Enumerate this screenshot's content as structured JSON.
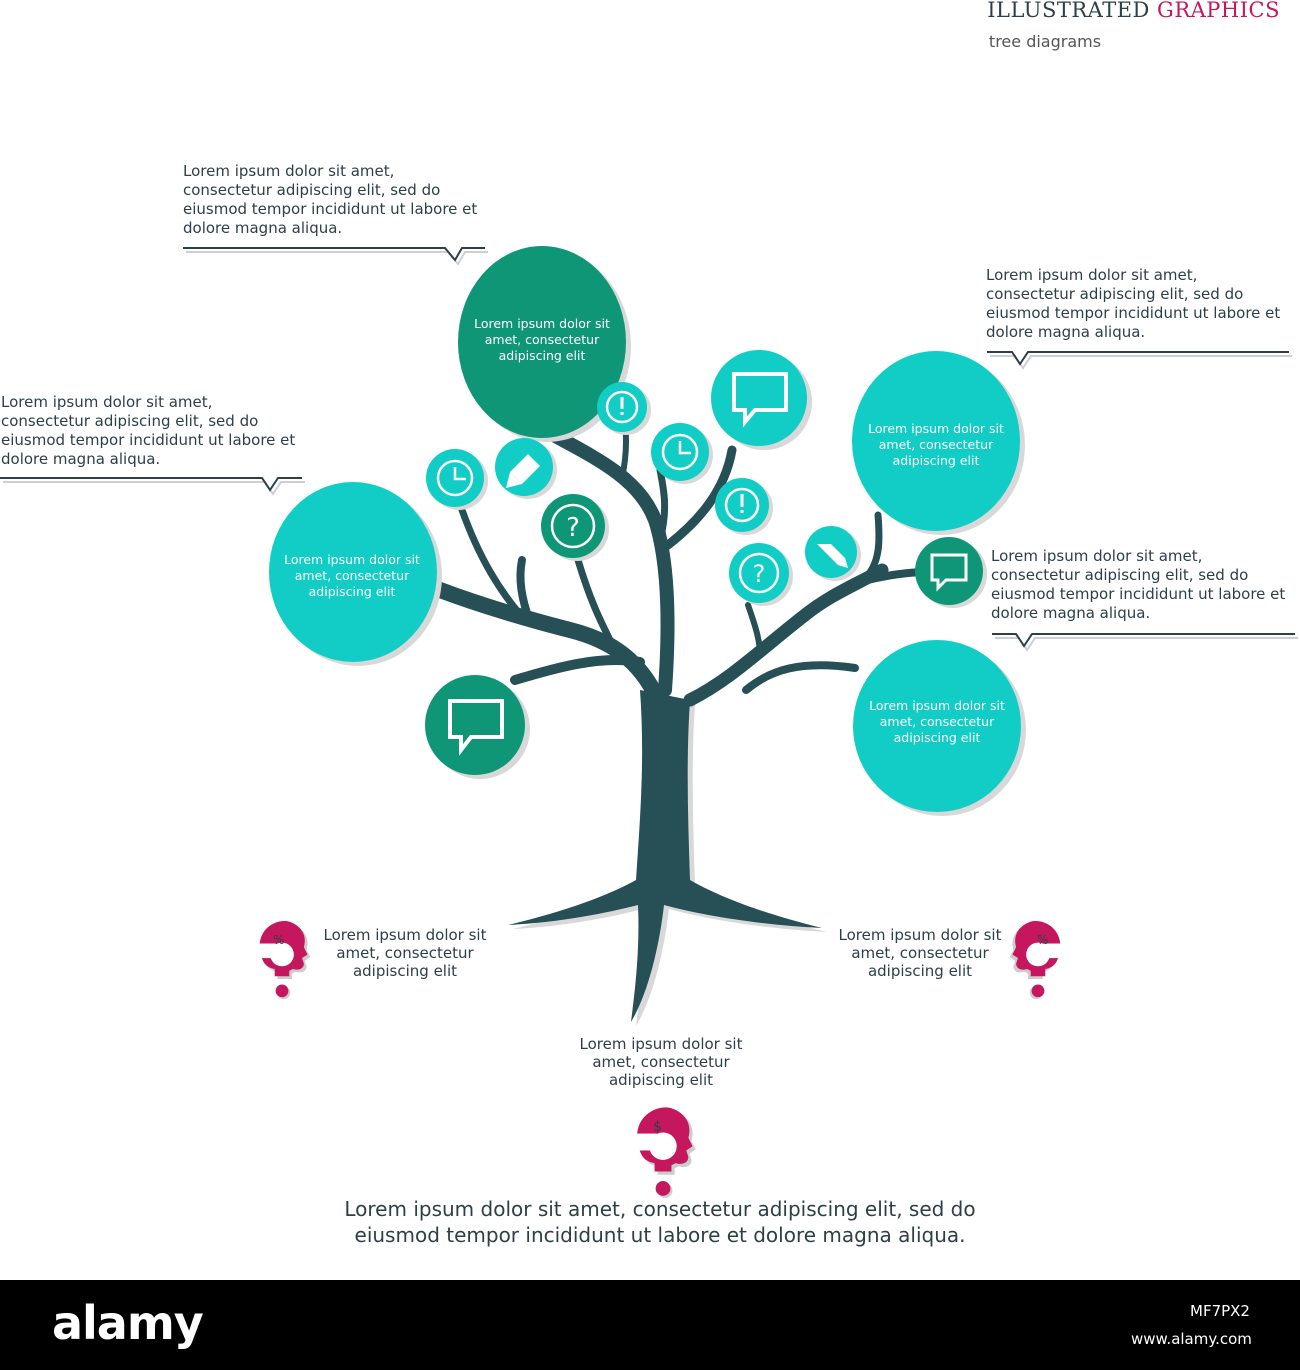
{
  "header": {
    "title_part1": "ILLUSTRATED ",
    "title_part2": "GRAPHICS",
    "subtitle": "tree diagrams"
  },
  "callouts": {
    "top_left": "Lorem ipsum dolor sit amet,\nconsectetur adipiscing elit, sed do\neiusmod tempor incididunt ut labore et\ndolore magna aliqua.",
    "mid_left": "Lorem ipsum dolor sit amet,\nconsectetur adipiscing elit, sed do\neiusmod tempor incididunt ut labore et\ndolore magna aliqua.",
    "top_right": "Lorem ipsum dolor sit amet,\nconsectetur adipiscing elit, sed do\neiusmod tempor incididunt ut labore et\ndolore magna aliqua.",
    "mid_right": "Lorem ipsum dolor sit amet,\nconsectetur adipiscing elit, sed do\neiusmod tempor incididunt ut labore et\ndolore magna aliqua."
  },
  "bubbles": {
    "top_center": "Lorem ipsum dolor sit\namet, consectetur\nadipiscing elit",
    "left": "Lorem ipsum dolor sit\namet, consectetur\nadipiscing elit",
    "right_top": "Lorem ipsum dolor sit\namet, consectetur\nadipiscing elit",
    "right_bottom": "Lorem ipsum dolor sit\namet, consectetur\nadipiscing elit"
  },
  "roots": {
    "left": "Lorem ipsum dolor sit\namet, consectetur\nadipiscing elit",
    "right": "Lorem ipsum dolor sit\namet, consectetur\nadipiscing elit",
    "bottom": "Lorem ipsum dolor sit\namet, consectetur\nadipiscing elit",
    "left_symbol": "%",
    "right_symbol": "%",
    "bottom_symbol": "$"
  },
  "footer": {
    "text": "Lorem ipsum dolor sit amet, consectetur adipiscing elit, sed do eiusmod tempor incididunt ut labore et dolore magna aliqua."
  },
  "watermark": {
    "logo": "alamy",
    "image_code": "MF7PX2",
    "site": "www.alamy.com"
  },
  "icons": [
    "clock-icon",
    "pencil-icon",
    "exclamation-icon",
    "question-icon",
    "chat-icon"
  ],
  "colors": {
    "dark_green": "#0f9677",
    "teal": "#11cdc5",
    "trunk": "#264f56",
    "accent": "#c5175d",
    "text": "#2e4047"
  }
}
